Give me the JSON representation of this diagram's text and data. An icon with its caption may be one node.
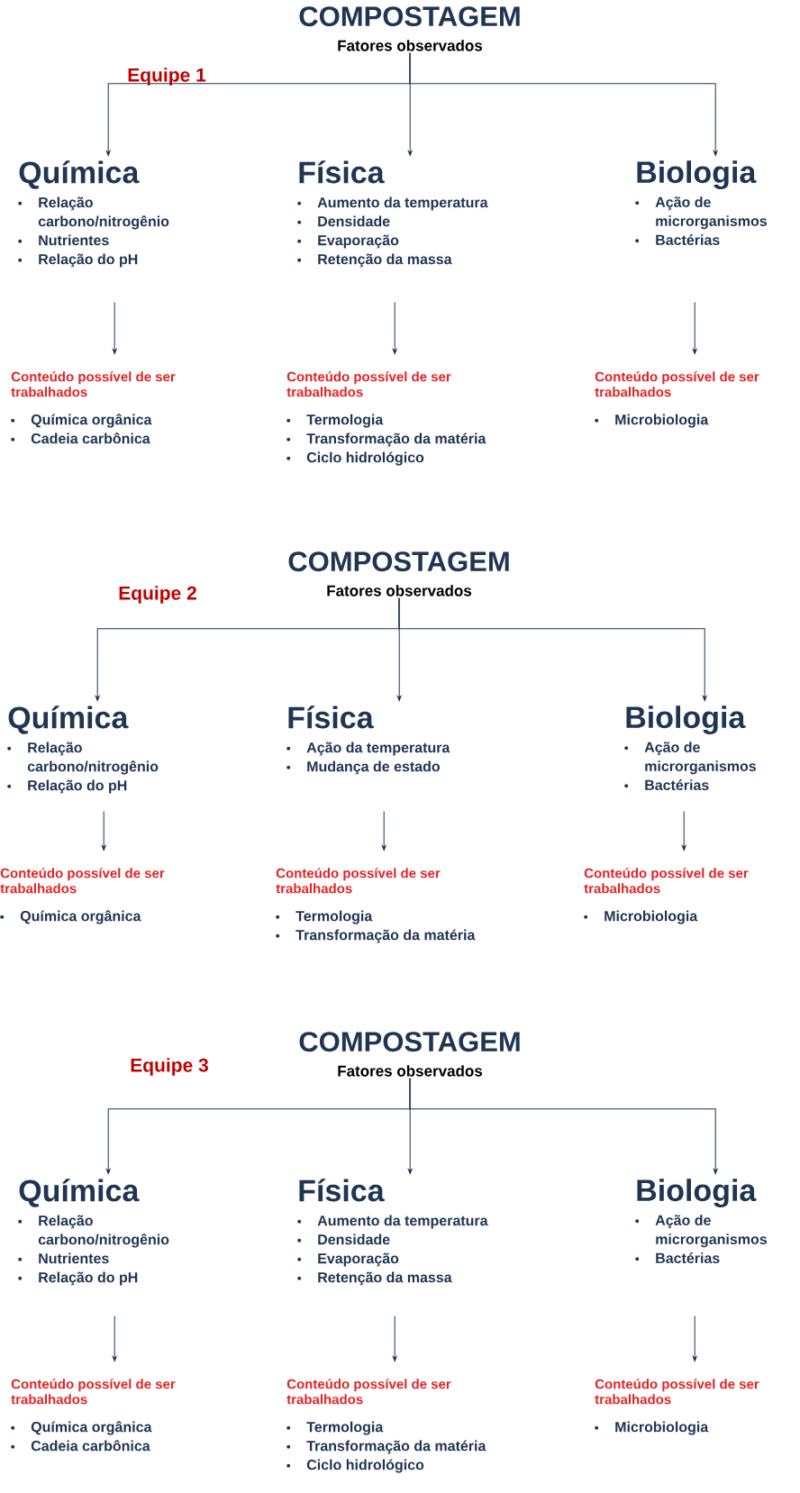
{
  "diagram": {
    "nodes": [
      {
        "text": [
          "COMPOSTAGEM",
          "Fatores observados"
        ]
      },
      {
        "text": [
          "Química",
          "Relação carbono/nitrogênio",
          "Nutrientes",
          "Relação do pH"
        ]
      },
      {
        "text": [
          "Física",
          "Aumento da temperatura",
          "Densidade",
          "Evaporação",
          "Retenção da massa"
        ]
      },
      {
        "text": [
          "Biologia",
          "Ação de microrganismos",
          "Bactérias"
        ]
      },
      {
        "text": [
          "Conteúdo possível de ser trabalhados",
          "Química orgânica",
          "Cadeia carbônica"
        ]
      },
      {
        "text": [
          "Conteúdo possível de ser trabalhados",
          "Termologia",
          "Transformação da matéria",
          "Ciclo hidrológico"
        ]
      },
      {
        "text": [
          "Conteúdo possível de ser trabalhados",
          "Microbiologia"
        ]
      },
      {
        "text": [
          "COMPOSTAGEM",
          "Fatores observados"
        ]
      },
      {
        "text": [
          "Química",
          "Relação carbono/nitrogênio",
          "Relação do pH"
        ]
      },
      {
        "text": [
          "Física",
          "Ação da temperatura",
          "Mudança de estado"
        ]
      },
      {
        "text": [
          "Biologia",
          "Ação de microrganismos",
          "Bactérias"
        ]
      },
      {
        "text": [
          "Conteúdo possível de ser trabalhados",
          "Química orgânica"
        ]
      },
      {
        "text": [
          "Conteúdo possível de ser trabalhados",
          "Termologia",
          "Transformação da matéria"
        ]
      },
      {
        "text": [
          "Conteúdo possível de ser trabalhados",
          "Microbiologia"
        ]
      },
      {
        "text": [
          "COMPOSTAGEM",
          "Fatores observados"
        ]
      },
      {
        "text": [
          "Química",
          "Relação carbono/nitrogênio",
          "Nutrientes",
          "Relação do pH"
        ]
      },
      {
        "text": [
          "Física",
          "Aumento da temperatura",
          "Densidade",
          "Evaporação",
          "Retenção da massa"
        ]
      },
      {
        "text": [
          "Biologia",
          "Ação de microrganismos",
          "Bactérias"
        ]
      },
      {
        "text": [
          "Conteúdo possível de ser trabalhados",
          "Química orgânica",
          "Cadeia carbônica"
        ]
      },
      {
        "text": [
          "Conteúdo possível de ser trabalhados",
          "Termologia",
          "Transformação da matéria",
          "Ciclo hidrológico"
        ]
      },
      {
        "text": [
          "Conteúdo possível de ser trabalhados",
          "Microbiologia"
        ]
      }
    ],
    "edges": [
      {
        "from": 0,
        "to": 1,
        "arrow": "to"
      },
      {
        "from": 0,
        "to": 2,
        "arrow": "to"
      },
      {
        "from": 0,
        "to": 3,
        "arrow": "to"
      },
      {
        "from": 1,
        "to": 4,
        "arrow": "to"
      },
      {
        "from": 2,
        "to": 5,
        "arrow": "to"
      },
      {
        "from": 3,
        "to": 6,
        "arrow": "to"
      },
      {
        "from": 7,
        "to": 8,
        "arrow": "to"
      },
      {
        "from": 7,
        "to": 9,
        "arrow": "to"
      },
      {
        "from": 7,
        "to": 10,
        "arrow": "to"
      },
      {
        "from": 8,
        "to": 11,
        "arrow": "to"
      },
      {
        "from": 9,
        "to": 12,
        "arrow": "to"
      },
      {
        "from": 10,
        "to": 13,
        "arrow": "to"
      },
      {
        "from": 14,
        "to": 15,
        "arrow": "to"
      },
      {
        "from": 14,
        "to": 16,
        "arrow": "to"
      },
      {
        "from": 14,
        "to": 17,
        "arrow": "to"
      },
      {
        "from": 15,
        "to": 18,
        "arrow": "to"
      },
      {
        "from": 16,
        "to": 19,
        "arrow": "to"
      },
      {
        "from": 17,
        "to": 20,
        "arrow": "to"
      }
    ],
    "labels": [
      "Equipe 1",
      "Equipe 2",
      "Equipe 3"
    ]
  }
}
